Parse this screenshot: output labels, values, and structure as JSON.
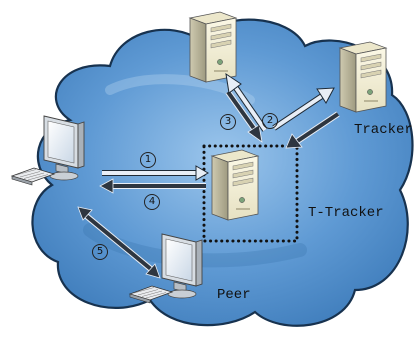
{
  "labels": {
    "tracker": "Tracker",
    "t_tracker": "T-Tracker",
    "peer": "Peer"
  },
  "steps": [
    "1",
    "2",
    "3",
    "4",
    "5"
  ],
  "nodes": [
    {
      "name": "server-top",
      "icon": "server-tower-icon"
    },
    {
      "name": "tracker",
      "icon": "server-tower-icon"
    },
    {
      "name": "t-tracker",
      "icon": "server-tower-icon"
    },
    {
      "name": "client-left",
      "icon": "desktop-computer-icon"
    },
    {
      "name": "peer",
      "icon": "desktop-computer-icon"
    }
  ],
  "colors": {
    "cloud": "#4f8fca",
    "cloud_edge": "#17324f",
    "arrow_light": "#e8eef6",
    "arrow_dark": "#2e3640",
    "server_body": "#f2efd9"
  }
}
